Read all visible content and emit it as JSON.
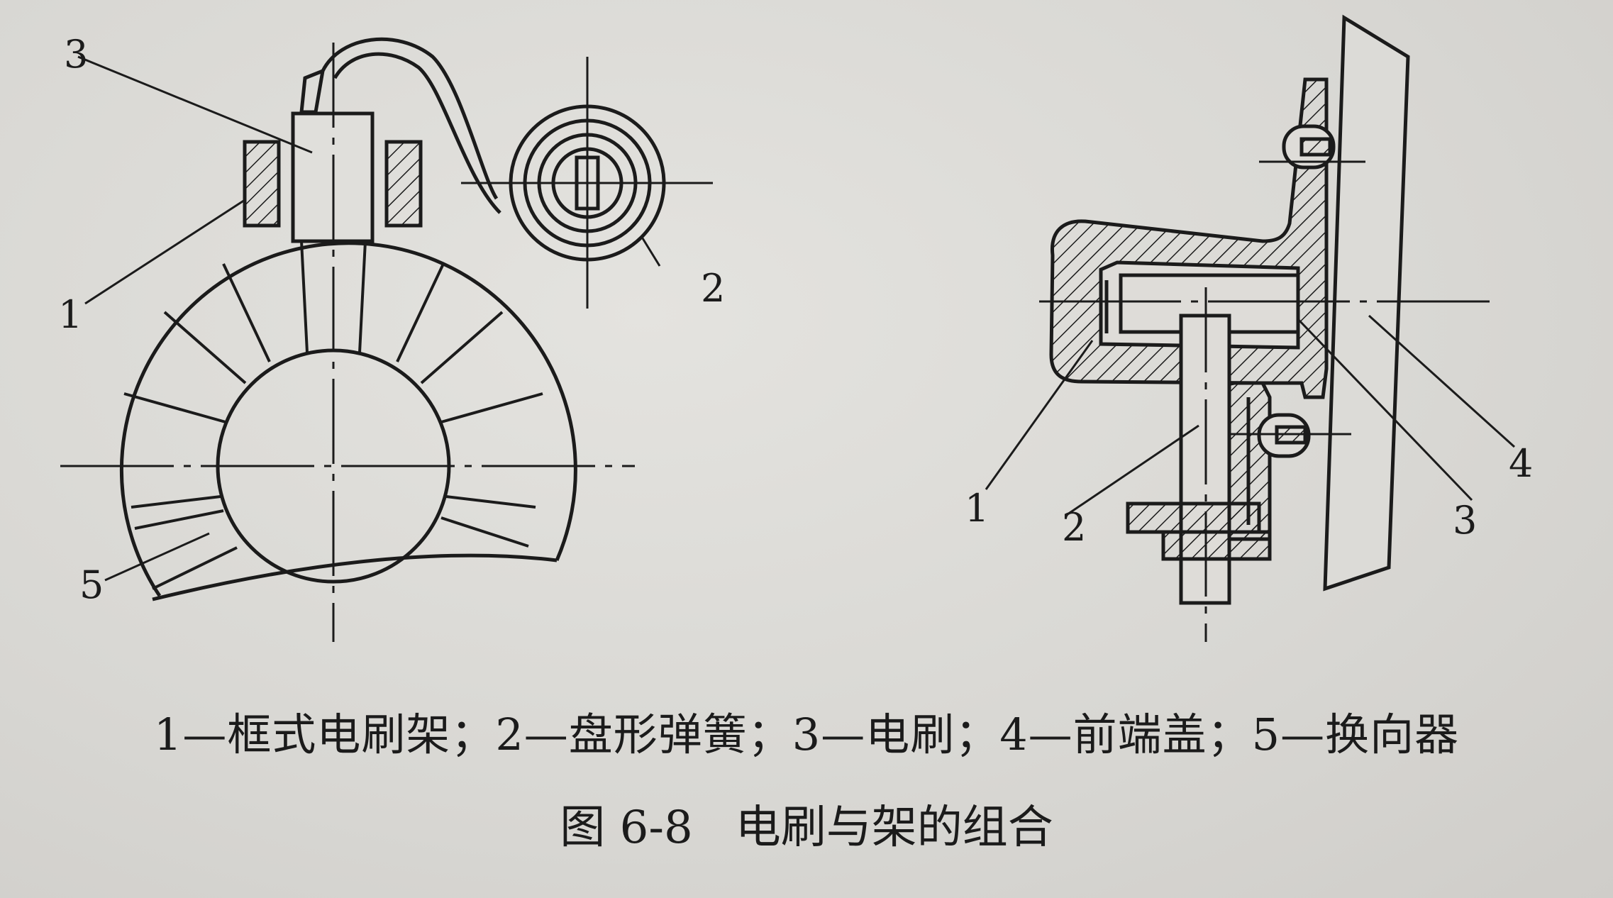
{
  "figure": {
    "legend": "1—框式电刷架；2—盘形弹簧；3—电刷；4—前端盖；5—换向器",
    "number": "图 6-8",
    "title": "电刷与架的组合"
  },
  "left_view": {
    "callouts": {
      "c1": "1",
      "c2": "2",
      "c3": "3",
      "c5": "5"
    }
  },
  "right_view": {
    "callouts": {
      "c1": "1",
      "c2": "2",
      "c3": "3",
      "c4": "4"
    }
  }
}
